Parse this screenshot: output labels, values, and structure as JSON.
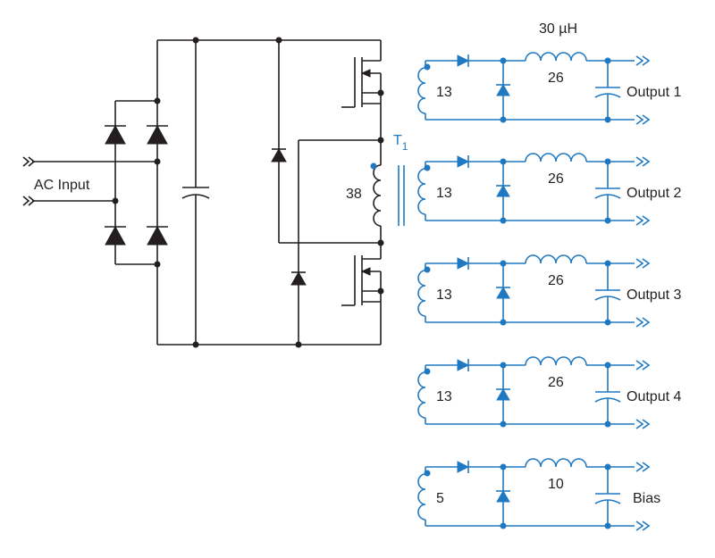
{
  "primary": {
    "input_label": "AC Input",
    "transformer_label": "T",
    "transformer_subscript": "1",
    "primary_turns": "38"
  },
  "secondaries": [
    {
      "turns": "13",
      "inductor_value": "30 µH",
      "inductor_turns": "26",
      "output_label": "Output 1"
    },
    {
      "turns": "13",
      "inductor_value": "",
      "inductor_turns": "26",
      "output_label": "Output 2"
    },
    {
      "turns": "13",
      "inductor_value": "",
      "inductor_turns": "26",
      "output_label": "Output 3"
    },
    {
      "turns": "13",
      "inductor_value": "",
      "inductor_turns": "26",
      "output_label": "Output 4"
    },
    {
      "turns": "5",
      "inductor_value": "",
      "inductor_turns": "10",
      "output_label": "Bias"
    }
  ],
  "colors": {
    "primary_circuit": "#231f20",
    "secondary_circuit": "#1f79c2"
  }
}
